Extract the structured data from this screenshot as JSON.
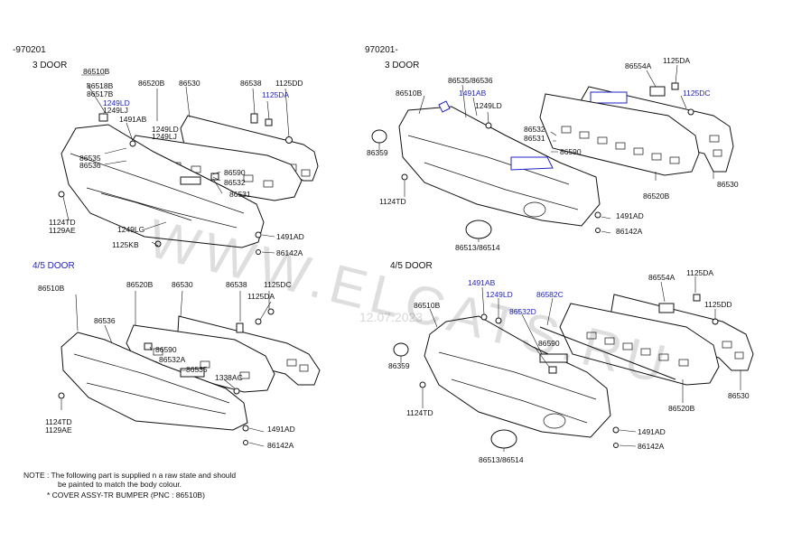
{
  "panels": {
    "top_left": {
      "code": "-970201",
      "door": "3 DOOR",
      "labels": [
        {
          "id": "p86510B",
          "text": "86510B",
          "blue": false
        },
        {
          "id": "p86518B",
          "text": "86518B",
          "blue": false
        },
        {
          "id": "p86517B",
          "text": "86517B",
          "blue": false
        },
        {
          "id": "p1249LD",
          "text": "1249LD",
          "blue": true
        },
        {
          "id": "p1249LJ",
          "text": "1249LJ",
          "blue": false
        },
        {
          "id": "p1491AB",
          "text": "1491AB",
          "blue": false
        },
        {
          "id": "p86520B",
          "text": "86520B",
          "blue": false
        },
        {
          "id": "p86530",
          "text": "86530",
          "blue": false
        },
        {
          "id": "p1249LD2",
          "text": "1249LD",
          "blue": false
        },
        {
          "id": "p1249LJ2",
          "text": "1249LJ",
          "blue": false
        },
        {
          "id": "p86538",
          "text": "86538",
          "blue": false
        },
        {
          "id": "p1125DD",
          "text": "1125DD",
          "blue": false
        },
        {
          "id": "p1125DA",
          "text": "1125DA",
          "blue": true
        },
        {
          "id": "p86535",
          "text": "86535",
          "blue": false
        },
        {
          "id": "p86536",
          "text": "86536",
          "blue": false
        },
        {
          "id": "p86590",
          "text": "86590",
          "blue": false
        },
        {
          "id": "p86532",
          "text": "86532",
          "blue": false
        },
        {
          "id": "p86531",
          "text": "86531",
          "blue": false
        },
        {
          "id": "p1124TD",
          "text": "1124TD",
          "blue": false
        },
        {
          "id": "p1129AE",
          "text": "1129AE",
          "blue": false
        },
        {
          "id": "p1249LG",
          "text": "1249LG",
          "blue": false
        },
        {
          "id": "p1125KB",
          "text": "1125KB",
          "blue": false
        },
        {
          "id": "p1491AD",
          "text": "1491AD",
          "blue": false
        },
        {
          "id": "p86142A",
          "text": "86142A",
          "blue": false
        }
      ]
    },
    "top_right": {
      "code": "970201-",
      "door": "3 DOOR",
      "labels": [
        {
          "id": "q86535_86536",
          "text": "86535/86536",
          "blue": false
        },
        {
          "id": "q1491AB",
          "text": "1491AB",
          "blue": true
        },
        {
          "id": "q1249LD",
          "text": "1249LD",
          "blue": false
        },
        {
          "id": "q86510B",
          "text": "86510B",
          "blue": false
        },
        {
          "id": "q86554A",
          "text": "86554A",
          "blue": false
        },
        {
          "id": "q1125DA",
          "text": "1125DA",
          "blue": false
        },
        {
          "id": "q1125DC",
          "text": "1125DC",
          "blue": true
        },
        {
          "id": "q86532",
          "text": "86532",
          "blue": false
        },
        {
          "id": "q86531",
          "text": "86531",
          "blue": false
        },
        {
          "id": "q86590",
          "text": "86590",
          "blue": false
        },
        {
          "id": "q86359",
          "text": "86359",
          "blue": false
        },
        {
          "id": "q1124TD",
          "text": "1124TD",
          "blue": false
        },
        {
          "id": "q86520B",
          "text": "86520B",
          "blue": false
        },
        {
          "id": "q86530",
          "text": "86530",
          "blue": false
        },
        {
          "id": "q1491AD",
          "text": "1491AD",
          "blue": false
        },
        {
          "id": "q86142A",
          "text": "86142A",
          "blue": false
        },
        {
          "id": "q86513_86514",
          "text": "86513/86514",
          "blue": false
        }
      ]
    },
    "bottom_left": {
      "door": "4/5 DOOR",
      "labels": [
        {
          "id": "r86510B",
          "text": "86510B",
          "blue": false
        },
        {
          "id": "r86520B",
          "text": "86520B",
          "blue": false
        },
        {
          "id": "r86530",
          "text": "86530",
          "blue": false
        },
        {
          "id": "r86538",
          "text": "86538",
          "blue": false
        },
        {
          "id": "r1125DC",
          "text": "1125DC",
          "blue": false
        },
        {
          "id": "r1125DA",
          "text": "1125DA",
          "blue": false
        },
        {
          "id": "r86536",
          "text": "86536",
          "blue": false
        },
        {
          "id": "r86590",
          "text": "86590",
          "blue": false
        },
        {
          "id": "r86532A",
          "text": "86532A",
          "blue": false
        },
        {
          "id": "r86535",
          "text": "86535",
          "blue": false
        },
        {
          "id": "r1338AC",
          "text": "1338AC",
          "blue": false
        },
        {
          "id": "r1124TD",
          "text": "1124TD",
          "blue": false
        },
        {
          "id": "r1129AE",
          "text": "1129AE",
          "blue": false
        },
        {
          "id": "r1491AD",
          "text": "1491AD",
          "blue": false
        },
        {
          "id": "r86142A",
          "text": "86142A",
          "blue": false
        }
      ]
    },
    "bottom_right": {
      "door": "4/5 DOOR",
      "labels": [
        {
          "id": "s1491AB",
          "text": "1491AB",
          "blue": true
        },
        {
          "id": "s1249LD",
          "text": "1249LD",
          "blue": true
        },
        {
          "id": "s86582C",
          "text": "86582C",
          "blue": true
        },
        {
          "id": "s86532D",
          "text": "86532D",
          "blue": true
        },
        {
          "id": "s86510B",
          "text": "86510B",
          "blue": false
        },
        {
          "id": "s86554A",
          "text": "86554A",
          "blue": false
        },
        {
          "id": "s1125DA",
          "text": "1125DA",
          "blue": false
        },
        {
          "id": "s1125DD",
          "text": "1125DD",
          "blue": false
        },
        {
          "id": "s86590",
          "text": "86590",
          "blue": false
        },
        {
          "id": "s86359",
          "text": "86359",
          "blue": false
        },
        {
          "id": "s1124TD",
          "text": "1124TD",
          "blue": false
        },
        {
          "id": "s86520B",
          "text": "86520B",
          "blue": false
        },
        {
          "id": "s86530",
          "text": "86530",
          "blue": false
        },
        {
          "id": "s1491AD",
          "text": "1491AD",
          "blue": false
        },
        {
          "id": "s86142A",
          "text": "86142A",
          "blue": false
        },
        {
          "id": "s86513_86514",
          "text": "86513/86514",
          "blue": false
        }
      ]
    }
  },
  "note": {
    "line1": "NOTE : The following part is supplied  n a raw state and should",
    "line2": "be painted to match the body colour.",
    "line3": "*  COVER ASSY-TR BUMPER (PNC : 86510B)"
  },
  "watermark": {
    "text": "WWW.ELCATS.RU",
    "date": "12.07.2023"
  },
  "colors": {
    "line": "#111111",
    "highlight_blue": "#2323c8",
    "background": "#ffffff"
  }
}
